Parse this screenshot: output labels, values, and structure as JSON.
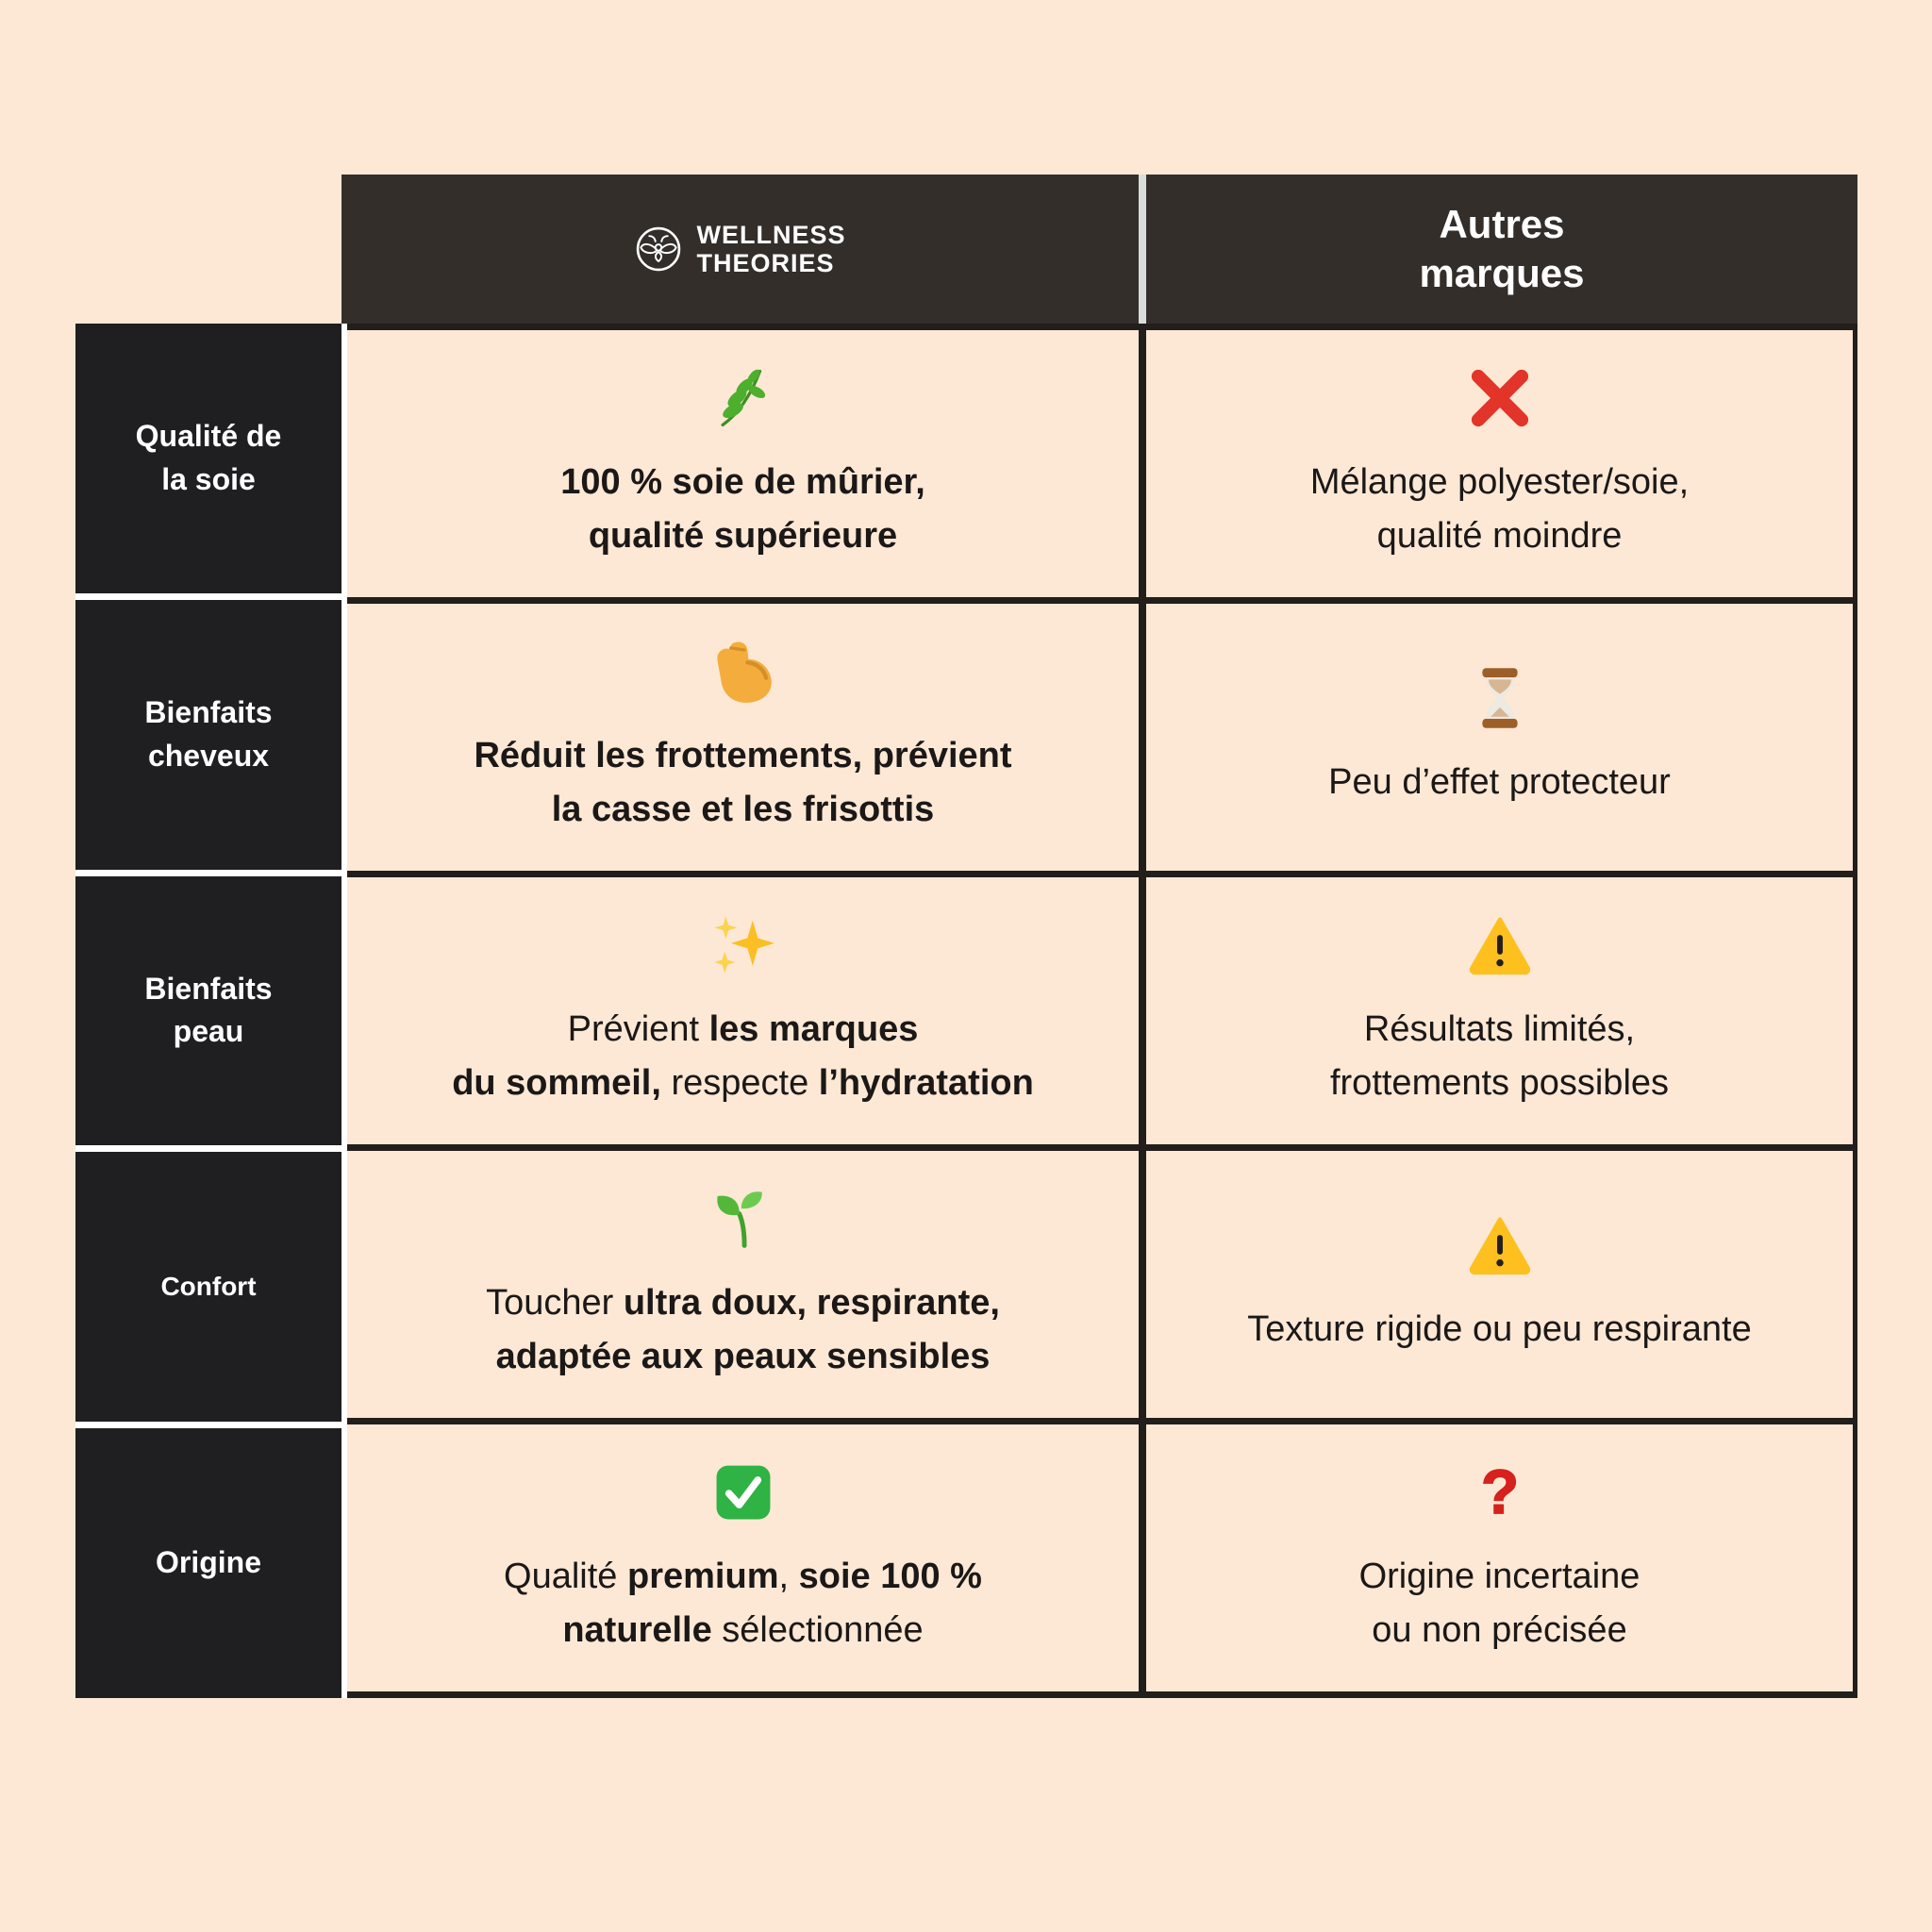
{
  "colors": {
    "background": "#FCE8D5",
    "label_cell": "#1F1E20",
    "header_cell": "#332E2A",
    "grid_border": "#221E1B",
    "header_separator": "#D7DEDB",
    "text_dark": "#1B1817",
    "text_light": "#FFFFFF",
    "cross_red": "#E3342A",
    "warning_yellow": "#FDC01F",
    "check_green": "#2EB344"
  },
  "header": {
    "brand_logo_icon": "bee-logo",
    "brand_name_line1": "WELLNESS",
    "brand_name_line2": "THEORIES",
    "competitor_line1": "Autres",
    "competitor_line2": "marques"
  },
  "rows": [
    {
      "label_lines": [
        "Qualité de",
        "la soie"
      ],
      "brand": {
        "icon": "herb",
        "lines": [
          [
            {
              "t": "100 % soie de mûrier,",
              "b": true
            }
          ],
          [
            {
              "t": "qualité supérieure",
              "b": true
            }
          ]
        ]
      },
      "other": {
        "icon": "cross-mark",
        "lines": [
          [
            "Mélange polyester/soie,"
          ],
          [
            "qualité moindre"
          ]
        ]
      }
    },
    {
      "label_lines": [
        "Bienfaits",
        "cheveux"
      ],
      "brand": {
        "icon": "flexed-biceps",
        "lines": [
          [
            {
              "t": "Réduit les frottements, prévient",
              "b": true
            }
          ],
          [
            {
              "t": "la casse et les frisottis",
              "b": true
            }
          ]
        ]
      },
      "other": {
        "icon": "hourglass",
        "lines": [
          [
            "Peu d’effet protecteur"
          ]
        ]
      }
    },
    {
      "label_lines": [
        "Bienfaits",
        "peau"
      ],
      "brand": {
        "icon": "sparkles",
        "lines": [
          [
            {
              "t": "Prévient ",
              "b": false
            },
            {
              "t": "les marques",
              "b": true
            }
          ],
          [
            {
              "t": "du sommeil,",
              "b": true
            },
            {
              "t": " respecte ",
              "b": false
            },
            {
              "t": "l’hydratation",
              "b": true
            }
          ]
        ]
      },
      "other": {
        "icon": "warning",
        "lines": [
          [
            "Résultats limités,"
          ],
          [
            "frottements possibles"
          ]
        ]
      }
    },
    {
      "label_lines": [
        "Confort"
      ],
      "brand": {
        "icon": "seedling",
        "lines": [
          [
            {
              "t": "Toucher ",
              "b": false
            },
            {
              "t": "ultra doux, respirante,",
              "b": true
            }
          ],
          [
            {
              "t": "adaptée aux peaux sensibles",
              "b": true
            }
          ]
        ]
      },
      "other": {
        "icon": "warning",
        "lines": [
          [
            "Texture rigide ou peu respirante"
          ]
        ]
      }
    },
    {
      "label_lines": [
        "Origine"
      ],
      "brand": {
        "icon": "check-mark-button",
        "lines": [
          [
            {
              "t": "Qualité ",
              "b": false
            },
            {
              "t": "premium",
              "b": true
            },
            {
              "t": ", ",
              "b": false
            },
            {
              "t": "soie 100 %",
              "b": true
            }
          ],
          [
            {
              "t": "naturelle",
              "b": true
            },
            {
              "t": " sélectionnée",
              "b": false
            }
          ]
        ]
      },
      "other": {
        "icon": "red-question-mark",
        "lines": [
          [
            "Origine incertaine"
          ],
          [
            "ou non précisée"
          ]
        ]
      }
    }
  ],
  "chart_data": {
    "type": "table",
    "title": "Wellness Theories vs Autres marques",
    "columns": [
      "",
      "WELLNESS THEORIES",
      "Autres marques"
    ],
    "rows": [
      {
        "label": "Qualité de la soie",
        "wellness_theories": "100 % soie de mûrier, qualité supérieure",
        "wellness_icon": "herb",
        "autres_marques": "Mélange polyester/soie, qualité moindre",
        "autres_icon": "cross-mark"
      },
      {
        "label": "Bienfaits cheveux",
        "wellness_theories": "Réduit les frottements, prévient la casse et les frisottis",
        "wellness_icon": "flexed-biceps",
        "autres_marques": "Peu d’effet protecteur",
        "autres_icon": "hourglass"
      },
      {
        "label": "Bienfaits peau",
        "wellness_theories": "Prévient les marques du sommeil, respecte l’hydratation",
        "wellness_icon": "sparkles",
        "autres_marques": "Résultats limités, frottements possibles",
        "autres_icon": "warning"
      },
      {
        "label": "Confort",
        "wellness_theories": "Toucher ultra doux, respirante, adaptée aux peaux sensibles",
        "wellness_icon": "seedling",
        "autres_marques": "Texture rigide ou peu respirante",
        "autres_icon": "warning"
      },
      {
        "label": "Origine",
        "wellness_theories": "Qualité premium, soie 100 % naturelle sélectionnée",
        "wellness_icon": "check-mark-button",
        "autres_marques": "Origine incertaine ou non précisée",
        "autres_icon": "red-question-mark"
      }
    ],
    "legend_position": "none",
    "grid": true
  }
}
